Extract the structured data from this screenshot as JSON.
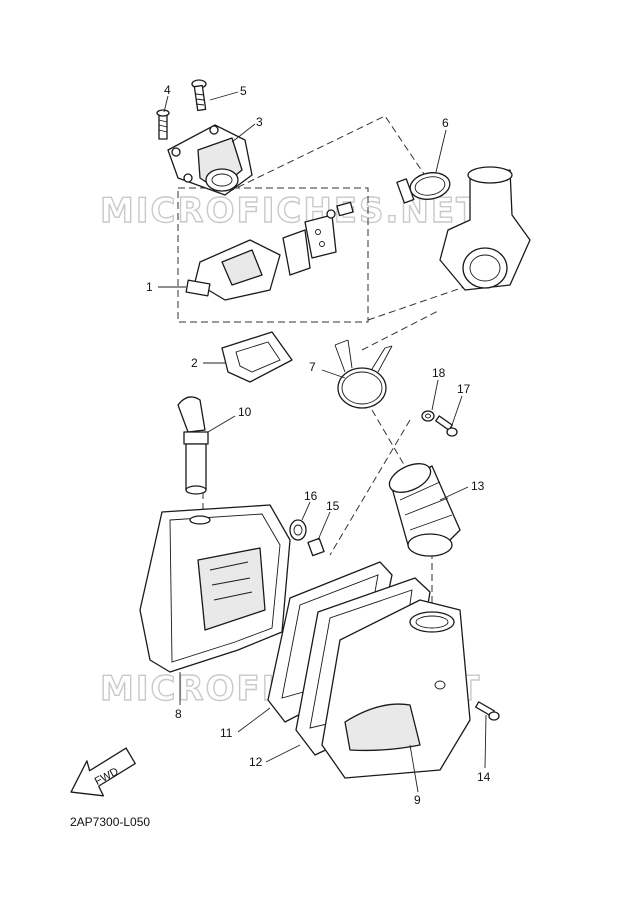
{
  "watermark": "MICROFICHES.NET",
  "fwd_label": "FWD",
  "diagram_code": "2AP7300-L050",
  "callouts": [
    "1",
    "2",
    "3",
    "4",
    "5",
    "6",
    "7",
    "8",
    "9",
    "10",
    "11",
    "12",
    "13",
    "14",
    "15",
    "16",
    "17",
    "18"
  ]
}
